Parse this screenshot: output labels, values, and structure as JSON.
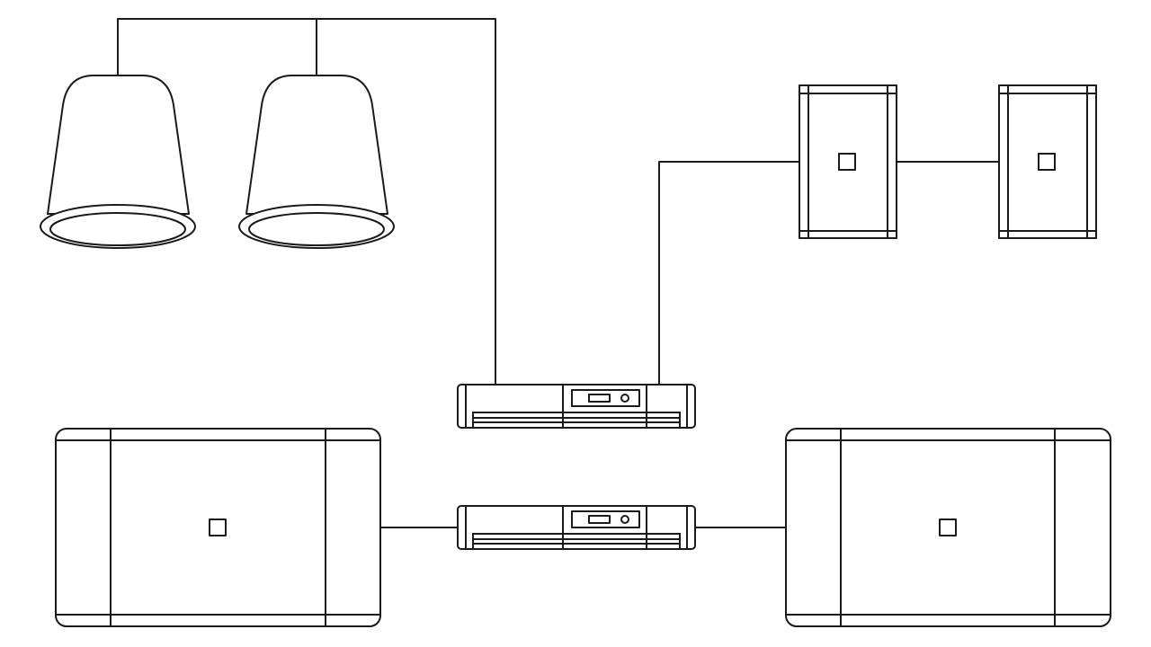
{
  "diagram": {
    "type": "audio-system-wiring",
    "colors": {
      "background": "#ffffff",
      "stroke": "#1a1a1a"
    },
    "components": [
      {
        "id": "pendant-speaker-1",
        "kind": "pendant-speaker-icon"
      },
      {
        "id": "pendant-speaker-2",
        "kind": "pendant-speaker-icon"
      },
      {
        "id": "wall-speaker-1",
        "kind": "surface-mount-speaker-icon"
      },
      {
        "id": "wall-speaker-2",
        "kind": "surface-mount-speaker-icon"
      },
      {
        "id": "amplifier-1",
        "kind": "rack-amplifier-icon"
      },
      {
        "id": "amplifier-2",
        "kind": "rack-amplifier-icon"
      },
      {
        "id": "subwoofer-left",
        "kind": "large-cabinet-speaker-icon"
      },
      {
        "id": "subwoofer-right",
        "kind": "large-cabinet-speaker-icon"
      }
    ],
    "connections": [
      {
        "from": "amplifier-1",
        "to": "pendant-speaker-1"
      },
      {
        "from": "amplifier-1",
        "to": "pendant-speaker-2"
      },
      {
        "from": "amplifier-1",
        "to": "wall-speaker-1"
      },
      {
        "from": "wall-speaker-1",
        "to": "wall-speaker-2"
      },
      {
        "from": "amplifier-2",
        "to": "subwoofer-left"
      },
      {
        "from": "amplifier-2",
        "to": "subwoofer-right"
      }
    ]
  }
}
